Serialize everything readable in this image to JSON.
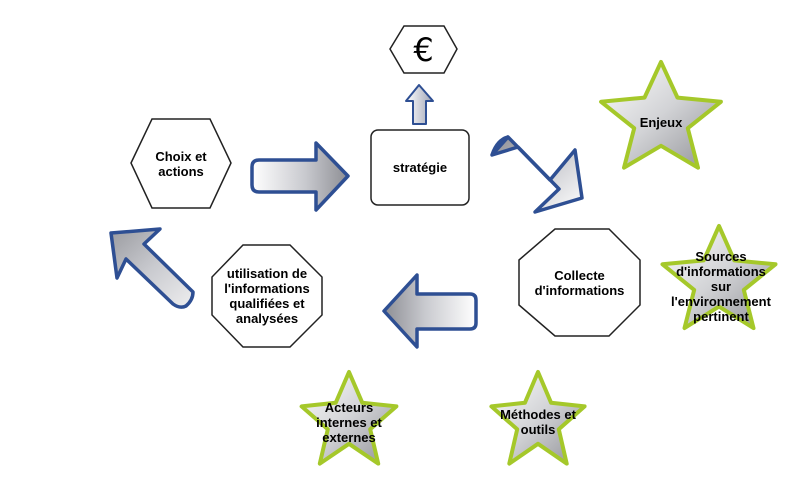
{
  "nodes": {
    "euro": "€",
    "strategie": "stratégie",
    "choix": "Choix et\nactions",
    "collecte": "Collecte\nd'informations",
    "utilisation": "utilisation de\nl'informations\nqualifiées et\nanalysées",
    "enjeux": "Enjeux",
    "sources": "Sources\nd'informations\nsur\nl'environnement\npertinent",
    "methodes": "Méthodes et\noutils",
    "acteurs": "Acteurs\ninternes et\nexternes"
  },
  "colors": {
    "arrow_stroke": "#2e4f93",
    "star_stroke": "#a5c82a",
    "shape_stroke": "#222222"
  },
  "icons": [
    "arrow-right-icon",
    "arrow-down-right-icon",
    "arrow-left-icon",
    "arrow-up-left-icon",
    "arrow-up-icon",
    "star-icon"
  ]
}
